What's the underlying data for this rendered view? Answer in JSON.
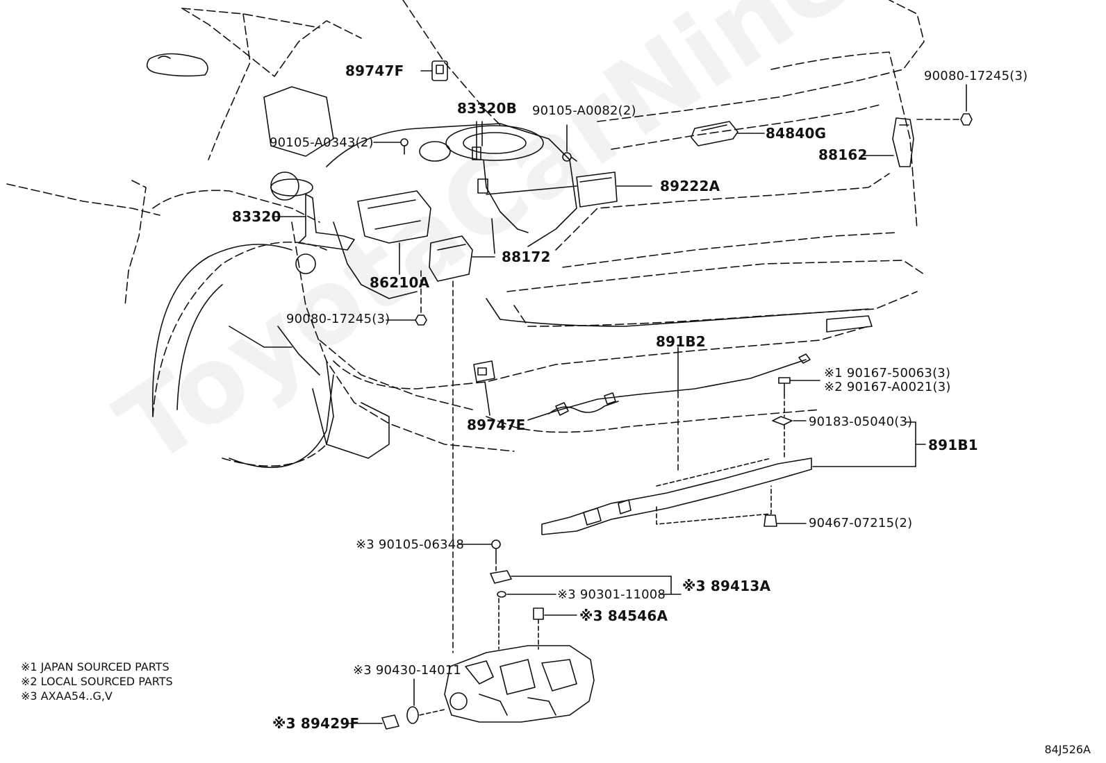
{
  "diagram": {
    "code": "84J526A",
    "watermark": "ToyotaCarNine.ru",
    "legend": [
      "※1 JAPAN SOURCED PARTS",
      "※2 LOCAL SOURCED PARTS",
      "※3 AXAA54..G,V"
    ],
    "labels": {
      "p89747F": "89747F",
      "p83320B": "83320B",
      "p90105A0082": "90105-A0082(2)",
      "p90080_17245_top": "90080-17245(3)",
      "p90105A0343": "90105-A0343(2)",
      "p84840G": "84840G",
      "p88162": "88162",
      "p89222A": "89222A",
      "p83320": "83320",
      "p88172": "88172",
      "p86210A": "86210A",
      "p90080_17245_left": "90080-17245(3)",
      "p891B2": "891B2",
      "p90167_50063": "※1 90167-50063(3)",
      "p90167_A0021": "※2 90167-A0021(3)",
      "p89747E": "89747E",
      "p90183_05040": "90183-05040(3)",
      "p891B1": "891B1",
      "p90467_07215": "90467-07215(2)",
      "p90105_06348": "※3 90105-06348",
      "p89413A": "※3 89413A",
      "p90301_11008": "※3 90301-11008",
      "p84546A": "※3 84546A",
      "p90430_14011": "※3 90430-14011",
      "p89429F": "※3 89429F"
    }
  }
}
